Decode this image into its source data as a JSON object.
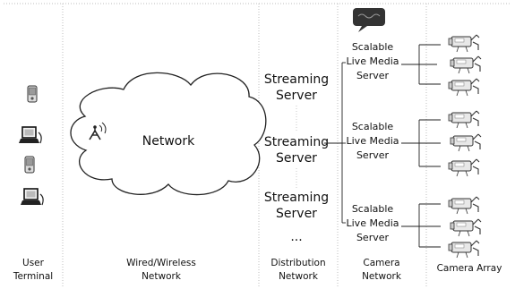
{
  "diagram": {
    "cloud_label": "Network",
    "streaming_server_lines": [
      "Streaming",
      "Server"
    ],
    "ellipsis": "...",
    "slms_lines": [
      "Scalable",
      "Live Media",
      "Server"
    ],
    "columns": {
      "user_terminal": [
        "User",
        "Terminal"
      ],
      "wired_wireless": [
        "Wired/Wireless",
        "Network"
      ],
      "distribution": [
        "Distribution",
        "Network"
      ],
      "camera_network": [
        "Camera",
        "Network"
      ],
      "camera_array": "Camera Array"
    },
    "icons": {
      "terminals": [
        "pda-icon",
        "laptop-icon",
        "pda-icon",
        "laptop-icon"
      ],
      "antenna": "antenna-icon",
      "speech": "speech-bubble-icon",
      "camera": "security-camera-icon"
    }
  }
}
